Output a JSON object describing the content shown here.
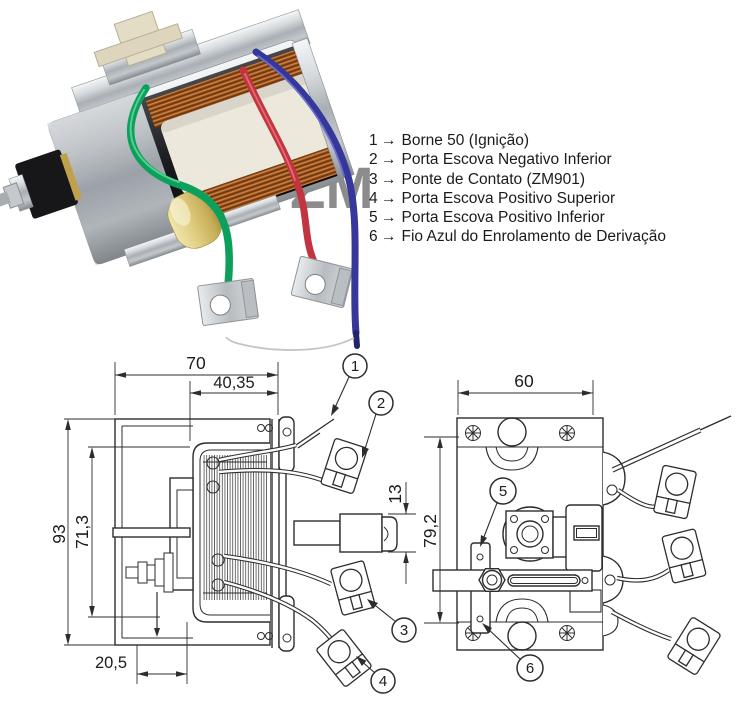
{
  "photo": {
    "watermark": "ZM",
    "wire_green": "#0da05c",
    "wire_red": "#c23440",
    "wire_blue": "#35379b"
  },
  "legend": {
    "arrow": "→",
    "items": [
      {
        "num": "1",
        "label": "Borne 50 (Ignição)"
      },
      {
        "num": "2",
        "label": "Porta Escova Negativo Inferior"
      },
      {
        "num": "3",
        "label": "Ponte de Contato (ZM901)"
      },
      {
        "num": "4",
        "label": "Porta Escova Positivo Superior"
      },
      {
        "num": "5",
        "label": "Porta Escova Positivo Inferior"
      },
      {
        "num": "6",
        "label": "Fio Azul do Enrolamento de Derivação"
      }
    ]
  },
  "side_view": {
    "dim_total_width": "70",
    "dim_partial_width": "40,35",
    "dim_total_height": "93",
    "dim_partial_height": "71,3",
    "dim_plunger": "13",
    "dim_offset": "20,5",
    "callout_1": "1",
    "callout_2": "2",
    "callout_3": "3",
    "callout_4": "4"
  },
  "back_view": {
    "dim_width": "60",
    "dim_height": "79,2",
    "callout_5": "5",
    "callout_6": "6"
  }
}
